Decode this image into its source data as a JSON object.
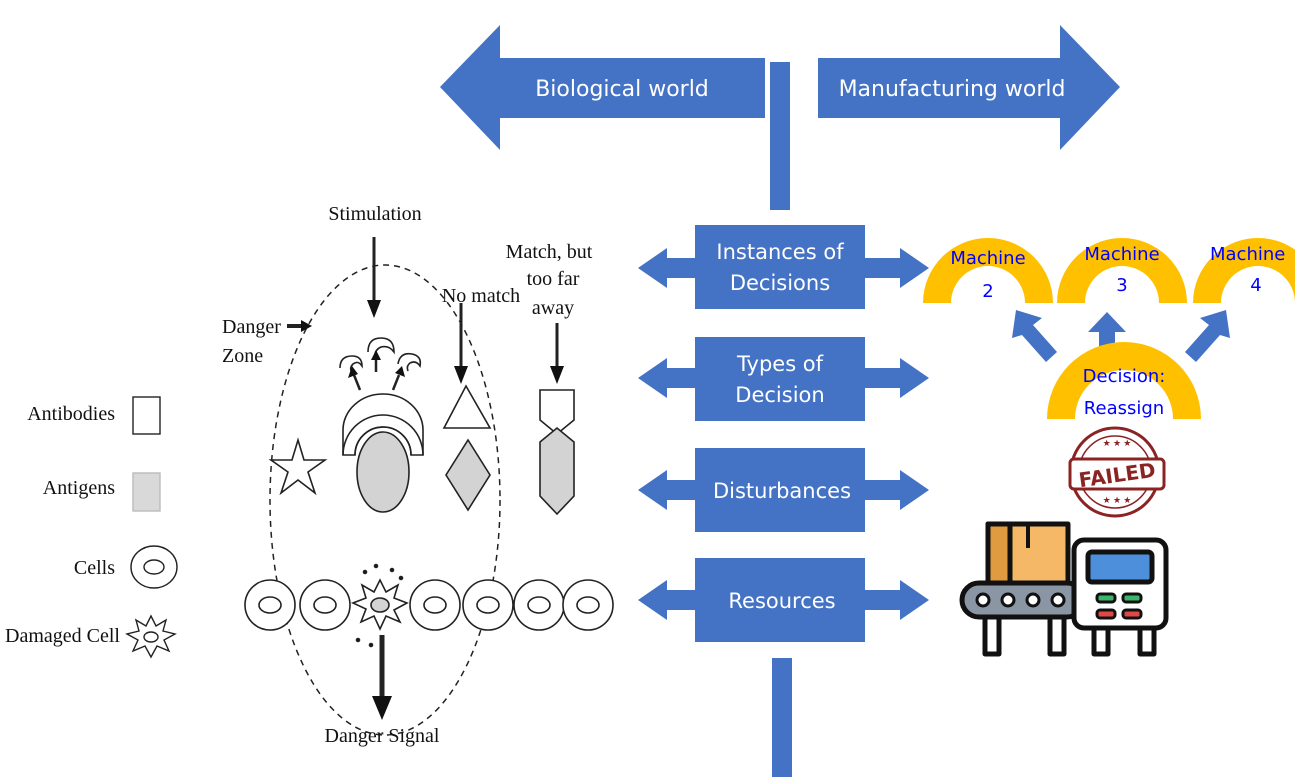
{
  "header": {
    "left_arrow_label": "Biological world",
    "right_arrow_label": "Manufacturing world"
  },
  "mappings": [
    {
      "line1": "Instances of",
      "line2": "Decisions"
    },
    {
      "line1": "Types of",
      "line2": "Decision"
    },
    {
      "line1": "Disturbances",
      "line2": ""
    },
    {
      "line1": "Resources",
      "line2": ""
    }
  ],
  "biology": {
    "stimulation": "Stimulation",
    "no_match": "No match",
    "match_far_1": "Match, but",
    "match_far_2": "too far",
    "match_far_3": "away",
    "danger_zone_1": "Danger",
    "danger_zone_2": "Zone",
    "danger_signal": "Danger Signal",
    "legend": [
      "Antibodies",
      "Antigens",
      "Cells",
      "Damaged Cell"
    ]
  },
  "manufacturing": {
    "machines": [
      {
        "name": "Machine",
        "number": "2"
      },
      {
        "name": "Machine",
        "number": "3"
      },
      {
        "name": "Machine",
        "number": "4"
      }
    ],
    "decision_1": "Decision:",
    "decision_2": "Reassign",
    "stamp_text": "FAILED"
  },
  "colors": {
    "arrow_blue": "#4472c4",
    "machine_gold": "#ffc000",
    "machine_text": "#0000ff",
    "stamp_red": "#8b2323"
  }
}
